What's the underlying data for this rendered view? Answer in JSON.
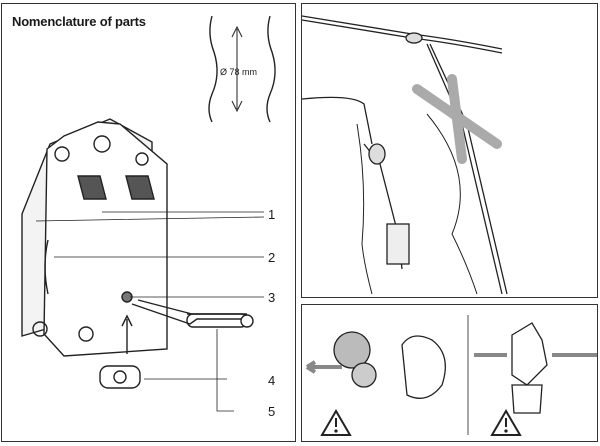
{
  "title": "Nomenclature of parts",
  "diameter": "Ø 78 mm",
  "callouts": [
    "1",
    "2",
    "3",
    "4",
    "5"
  ]
}
